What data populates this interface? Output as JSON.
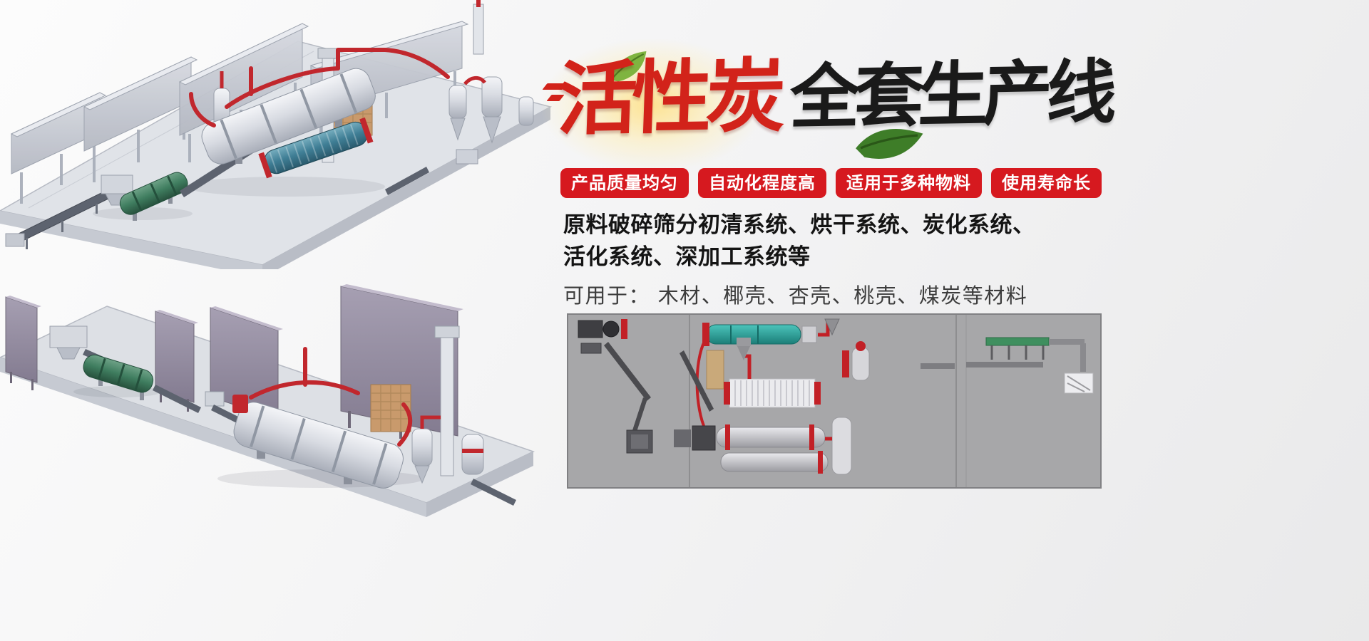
{
  "banner": {
    "background": "#f2f2f3"
  },
  "colors": {
    "badge_red": "#d6191f",
    "title_red": "#d2231a",
    "title_black": "#1a1a1a"
  },
  "title": {
    "red_part": "活性炭",
    "black_part": "全套生产线"
  },
  "badges": {
    "items": [
      {
        "label": "产品质量均匀"
      },
      {
        "label": "自动化程度高"
      },
      {
        "label": "适用于多种物料"
      },
      {
        "label": "使用寿命长"
      }
    ]
  },
  "description": {
    "line1": "原料破碎筛分初清系统、烘干系统、炭化系统、",
    "line2": "活化系统、深加工系统等",
    "note": "可用于： 木材、椰壳、杏壳、桃壳、煤炭等材料"
  },
  "illustrations": {
    "top_render": "production-line-3d-render-top",
    "bottom_render": "production-line-3d-render-bottom",
    "layout_diagram": "production-line-layout-diagram"
  }
}
